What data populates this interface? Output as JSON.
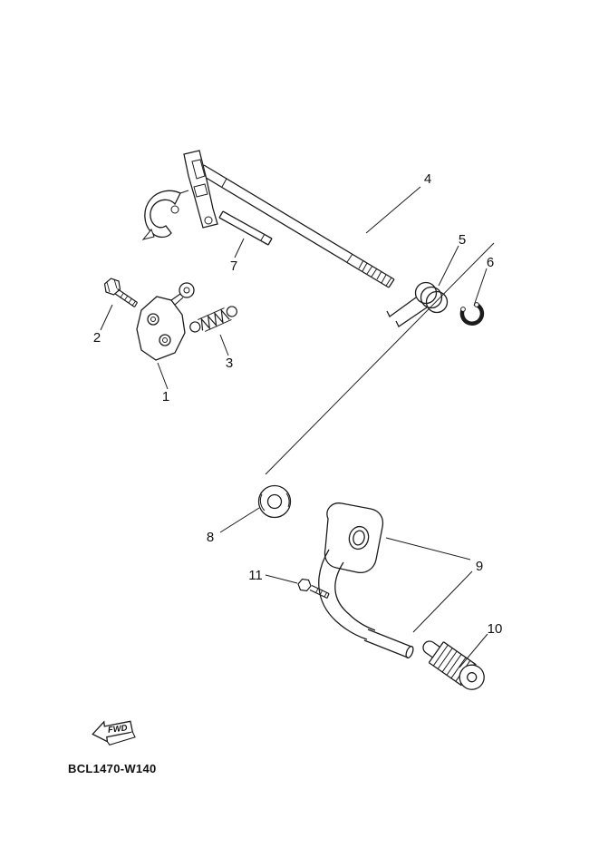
{
  "diagram": {
    "code": "BCL1470-W140",
    "fwd_label": "FWD",
    "callouts": [
      {
        "label": "1"
      },
      {
        "label": "2"
      },
      {
        "label": "3"
      },
      {
        "label": "4"
      },
      {
        "label": "5"
      },
      {
        "label": "6"
      },
      {
        "label": "7"
      },
      {
        "label": "8"
      },
      {
        "label": "9"
      },
      {
        "label": "10"
      },
      {
        "label": "11"
      }
    ]
  }
}
